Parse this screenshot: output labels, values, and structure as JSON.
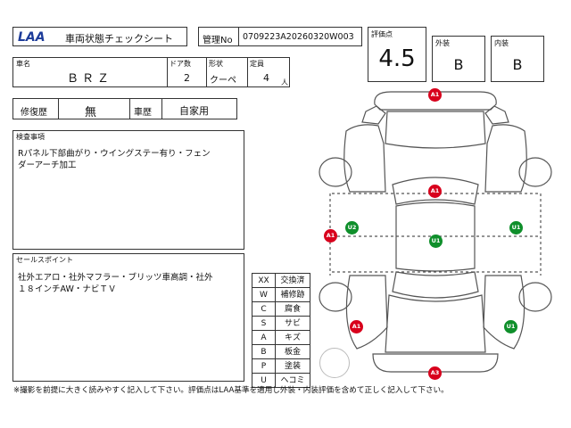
{
  "header": {
    "logo": "LAA",
    "sheet_title": "車両状態チェックシート",
    "control_no_label": "管理No",
    "control_no": "0709223A20260320W003"
  },
  "vehicle": {
    "name_label": "車名",
    "name": "ＢＲＺ",
    "doors_label": "ドア数",
    "doors": "2",
    "body_label": "形状",
    "body": "クーペ",
    "capacity_label": "定員",
    "capacity": "4",
    "capacity_unit": "人",
    "repair_label": "修復歴",
    "repair": "無",
    "usage_label": "車歴",
    "usage": "自家用"
  },
  "grades": {
    "score_label": "評価点",
    "score": "4.5",
    "exterior_label": "外装",
    "exterior": "B",
    "interior_label": "内装",
    "interior": "B"
  },
  "inspection": {
    "label": "検査事項",
    "line1": "Rパネル下部曲がり・ウイングステー有り・フェン",
    "line2": "ダーアーチ加工"
  },
  "sales_points": {
    "label": "セールスポイント",
    "line1": "社外エアロ・社外マフラー・ブリッツ車高調・社外",
    "line2": "１８インチAW・ナビＴＶ"
  },
  "legend": [
    {
      "code": "XX",
      "meaning": "交換済"
    },
    {
      "code": "W",
      "meaning": "補修跡"
    },
    {
      "code": "C",
      "meaning": "腐食"
    },
    {
      "code": "S",
      "meaning": "サビ"
    },
    {
      "code": "A",
      "meaning": "キズ"
    },
    {
      "code": "B",
      "meaning": "板金"
    },
    {
      "code": "P",
      "meaning": "塗装"
    },
    {
      "code": "U",
      "meaning": "ヘコミ"
    }
  ],
  "damage_markers": {
    "front_bumper": "A1",
    "hood": "A1",
    "left_front_fender": "A1",
    "left_front_door": "U2",
    "roof": "U1",
    "right_front_fender": "U1",
    "left_rear_quarter": "A1",
    "right_rear_quarter": "U1",
    "rear_bumper": "A3"
  },
  "colors": {
    "damage_red": "#d8001c",
    "damage_green": "#0f8f2b",
    "logo_blue": "#1d3c9a"
  },
  "footer": {
    "note": "※撮影を前提に大きく読みやすく記入して下さい。評価点はLAA基準を適用し外装・内装評価を含めて正しく記入して下さい。"
  }
}
